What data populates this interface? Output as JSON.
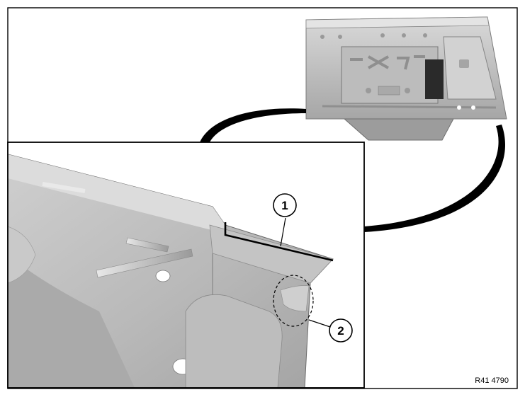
{
  "callouts": [
    {
      "label": "1"
    },
    {
      "label": "2"
    }
  ],
  "reference_code": "R41 4790",
  "colors": {
    "metal_light": "#d6d6d6",
    "metal_mid": "#b4b4b4",
    "metal_dark": "#8a8a8a",
    "outline": "#000000"
  }
}
